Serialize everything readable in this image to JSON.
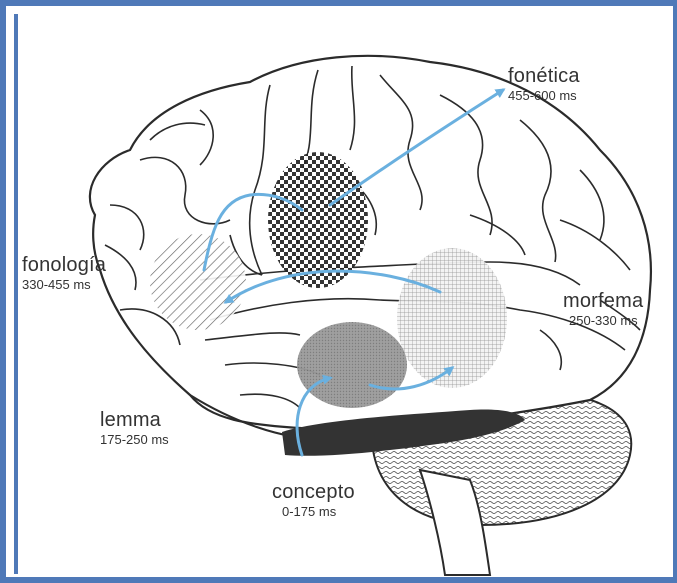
{
  "stages": [
    {
      "id": "fonetica",
      "name": "fonética",
      "time": "455-600 ms"
    },
    {
      "id": "fonologia",
      "name": "fonología",
      "time": "330-455 ms"
    },
    {
      "id": "morfema",
      "name": "morfema",
      "time": "250-330 ms"
    },
    {
      "id": "lemma",
      "name": "lemma",
      "time": "175-250 ms"
    },
    {
      "id": "concepto",
      "name": "concepto",
      "time": "0-175 ms"
    }
  ],
  "colors": {
    "frame": "#4f79b8",
    "arrow": "#6ab0df",
    "outline": "#2b2b2b",
    "region_dark": "#333333",
    "region_gray": "#9a9a9a"
  }
}
